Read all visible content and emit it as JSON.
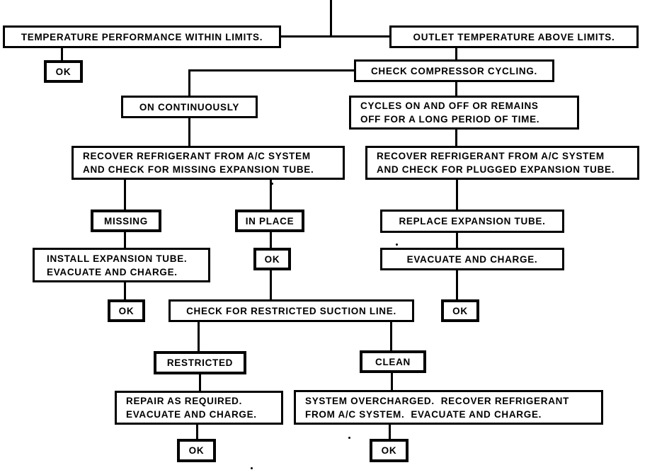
{
  "page": {
    "background": "#ffffff"
  },
  "diagram": {
    "type": "flowchart",
    "subject": "A/C temperature performance troubleshooting",
    "colors": {
      "box_border": "#000000",
      "box_fill": "#ffffff",
      "line": "#000000",
      "text": "#000000"
    },
    "nodes": {
      "temp_within": {
        "label": "TEMPERATURE PERFORMANCE WITHIN LIMITS."
      },
      "ok_temp": {
        "label": "OK"
      },
      "outlet_above": {
        "label": "OUTLET TEMPERATURE ABOVE LIMITS."
      },
      "check_cycling": {
        "label": "CHECK COMPRESSOR CYCLING."
      },
      "on_continuously": {
        "label": "ON CONTINUOUSLY"
      },
      "cycles_on_off": {
        "label": "CYCLES ON AND OFF OR REMAINS\nOFF FOR A LONG PERIOD OF TIME."
      },
      "recover_missing": {
        "label": "RECOVER REFRIGERANT FROM A/C SYSTEM\nAND CHECK FOR MISSING EXPANSION TUBE."
      },
      "recover_plugged": {
        "label": "RECOVER REFRIGERANT FROM A/C SYSTEM\nAND CHECK FOR PLUGGED EXPANSION TUBE."
      },
      "missing": {
        "label": "MISSING"
      },
      "in_place": {
        "label": "IN PLACE"
      },
      "install_tube": {
        "label": "INSTALL EXPANSION TUBE.\nEVACUATE AND CHARGE."
      },
      "ok_in_place": {
        "label": "OK"
      },
      "replace_tube": {
        "label": "REPLACE EXPANSION TUBE."
      },
      "evacuate_charge": {
        "label": "EVACUATE AND CHARGE."
      },
      "ok_install": {
        "label": "OK"
      },
      "check_suction": {
        "label": "CHECK FOR RESTRICTED SUCTION LINE."
      },
      "ok_evacuate": {
        "label": "OK"
      },
      "restricted": {
        "label": "RESTRICTED"
      },
      "clean": {
        "label": "CLEAN"
      },
      "repair": {
        "label": "REPAIR AS REQUIRED.\nEVACUATE AND CHARGE."
      },
      "overcharged": {
        "label": "SYSTEM OVERCHARGED.  RECOVER REFRIGERANT\nFROM A/C SYSTEM.  EVACUATE AND CHARGE."
      },
      "ok_repair": {
        "label": "OK"
      },
      "ok_overcharged": {
        "label": "OK"
      }
    },
    "edges": [
      {
        "from": "entry-stem",
        "to": "temp_within"
      },
      {
        "from": "entry-stem",
        "to": "outlet_above"
      },
      {
        "from": "temp_within",
        "to": "ok_temp"
      },
      {
        "from": "outlet_above",
        "to": "check_cycling"
      },
      {
        "from": "check_cycling",
        "to": "on_continuously"
      },
      {
        "from": "check_cycling",
        "to": "cycles_on_off"
      },
      {
        "from": "on_continuously",
        "to": "recover_missing"
      },
      {
        "from": "cycles_on_off",
        "to": "recover_plugged"
      },
      {
        "from": "recover_missing",
        "to": "missing"
      },
      {
        "from": "recover_missing",
        "to": "in_place"
      },
      {
        "from": "missing",
        "to": "install_tube"
      },
      {
        "from": "install_tube",
        "to": "ok_install"
      },
      {
        "from": "in_place",
        "to": "ok_in_place"
      },
      {
        "from": "ok_in_place",
        "to": "check_suction"
      },
      {
        "from": "check_suction",
        "to": "restricted"
      },
      {
        "from": "check_suction",
        "to": "clean"
      },
      {
        "from": "restricted",
        "to": "repair"
      },
      {
        "from": "repair",
        "to": "ok_repair"
      },
      {
        "from": "clean",
        "to": "overcharged"
      },
      {
        "from": "overcharged",
        "to": "ok_overcharged"
      },
      {
        "from": "recover_plugged",
        "to": "replace_tube"
      },
      {
        "from": "replace_tube",
        "to": "evacuate_charge"
      },
      {
        "from": "evacuate_charge",
        "to": "ok_evacuate"
      }
    ]
  }
}
